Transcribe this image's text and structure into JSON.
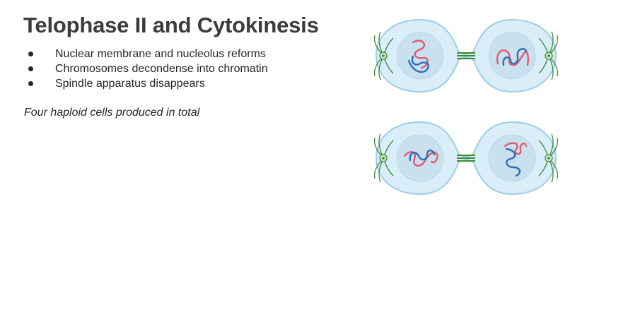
{
  "slide": {
    "title": "Telophase II and Cytokinesis",
    "bullets": [
      "Nuclear membrane and nucleolus reforms",
      "Chromosomes decondense into chromatin",
      "Spindle apparatus disappears"
    ],
    "note": "Four haploid cells produced in total"
  },
  "colors": {
    "cell_fill": "#d9eef8",
    "cell_outline": "#9ccde8",
    "nucleus_fill": "#c9e0ee",
    "spindle_green": "#3a8a3a",
    "chromatin_red": "#e05a6f",
    "chromatin_blue": "#2f6fb5"
  }
}
